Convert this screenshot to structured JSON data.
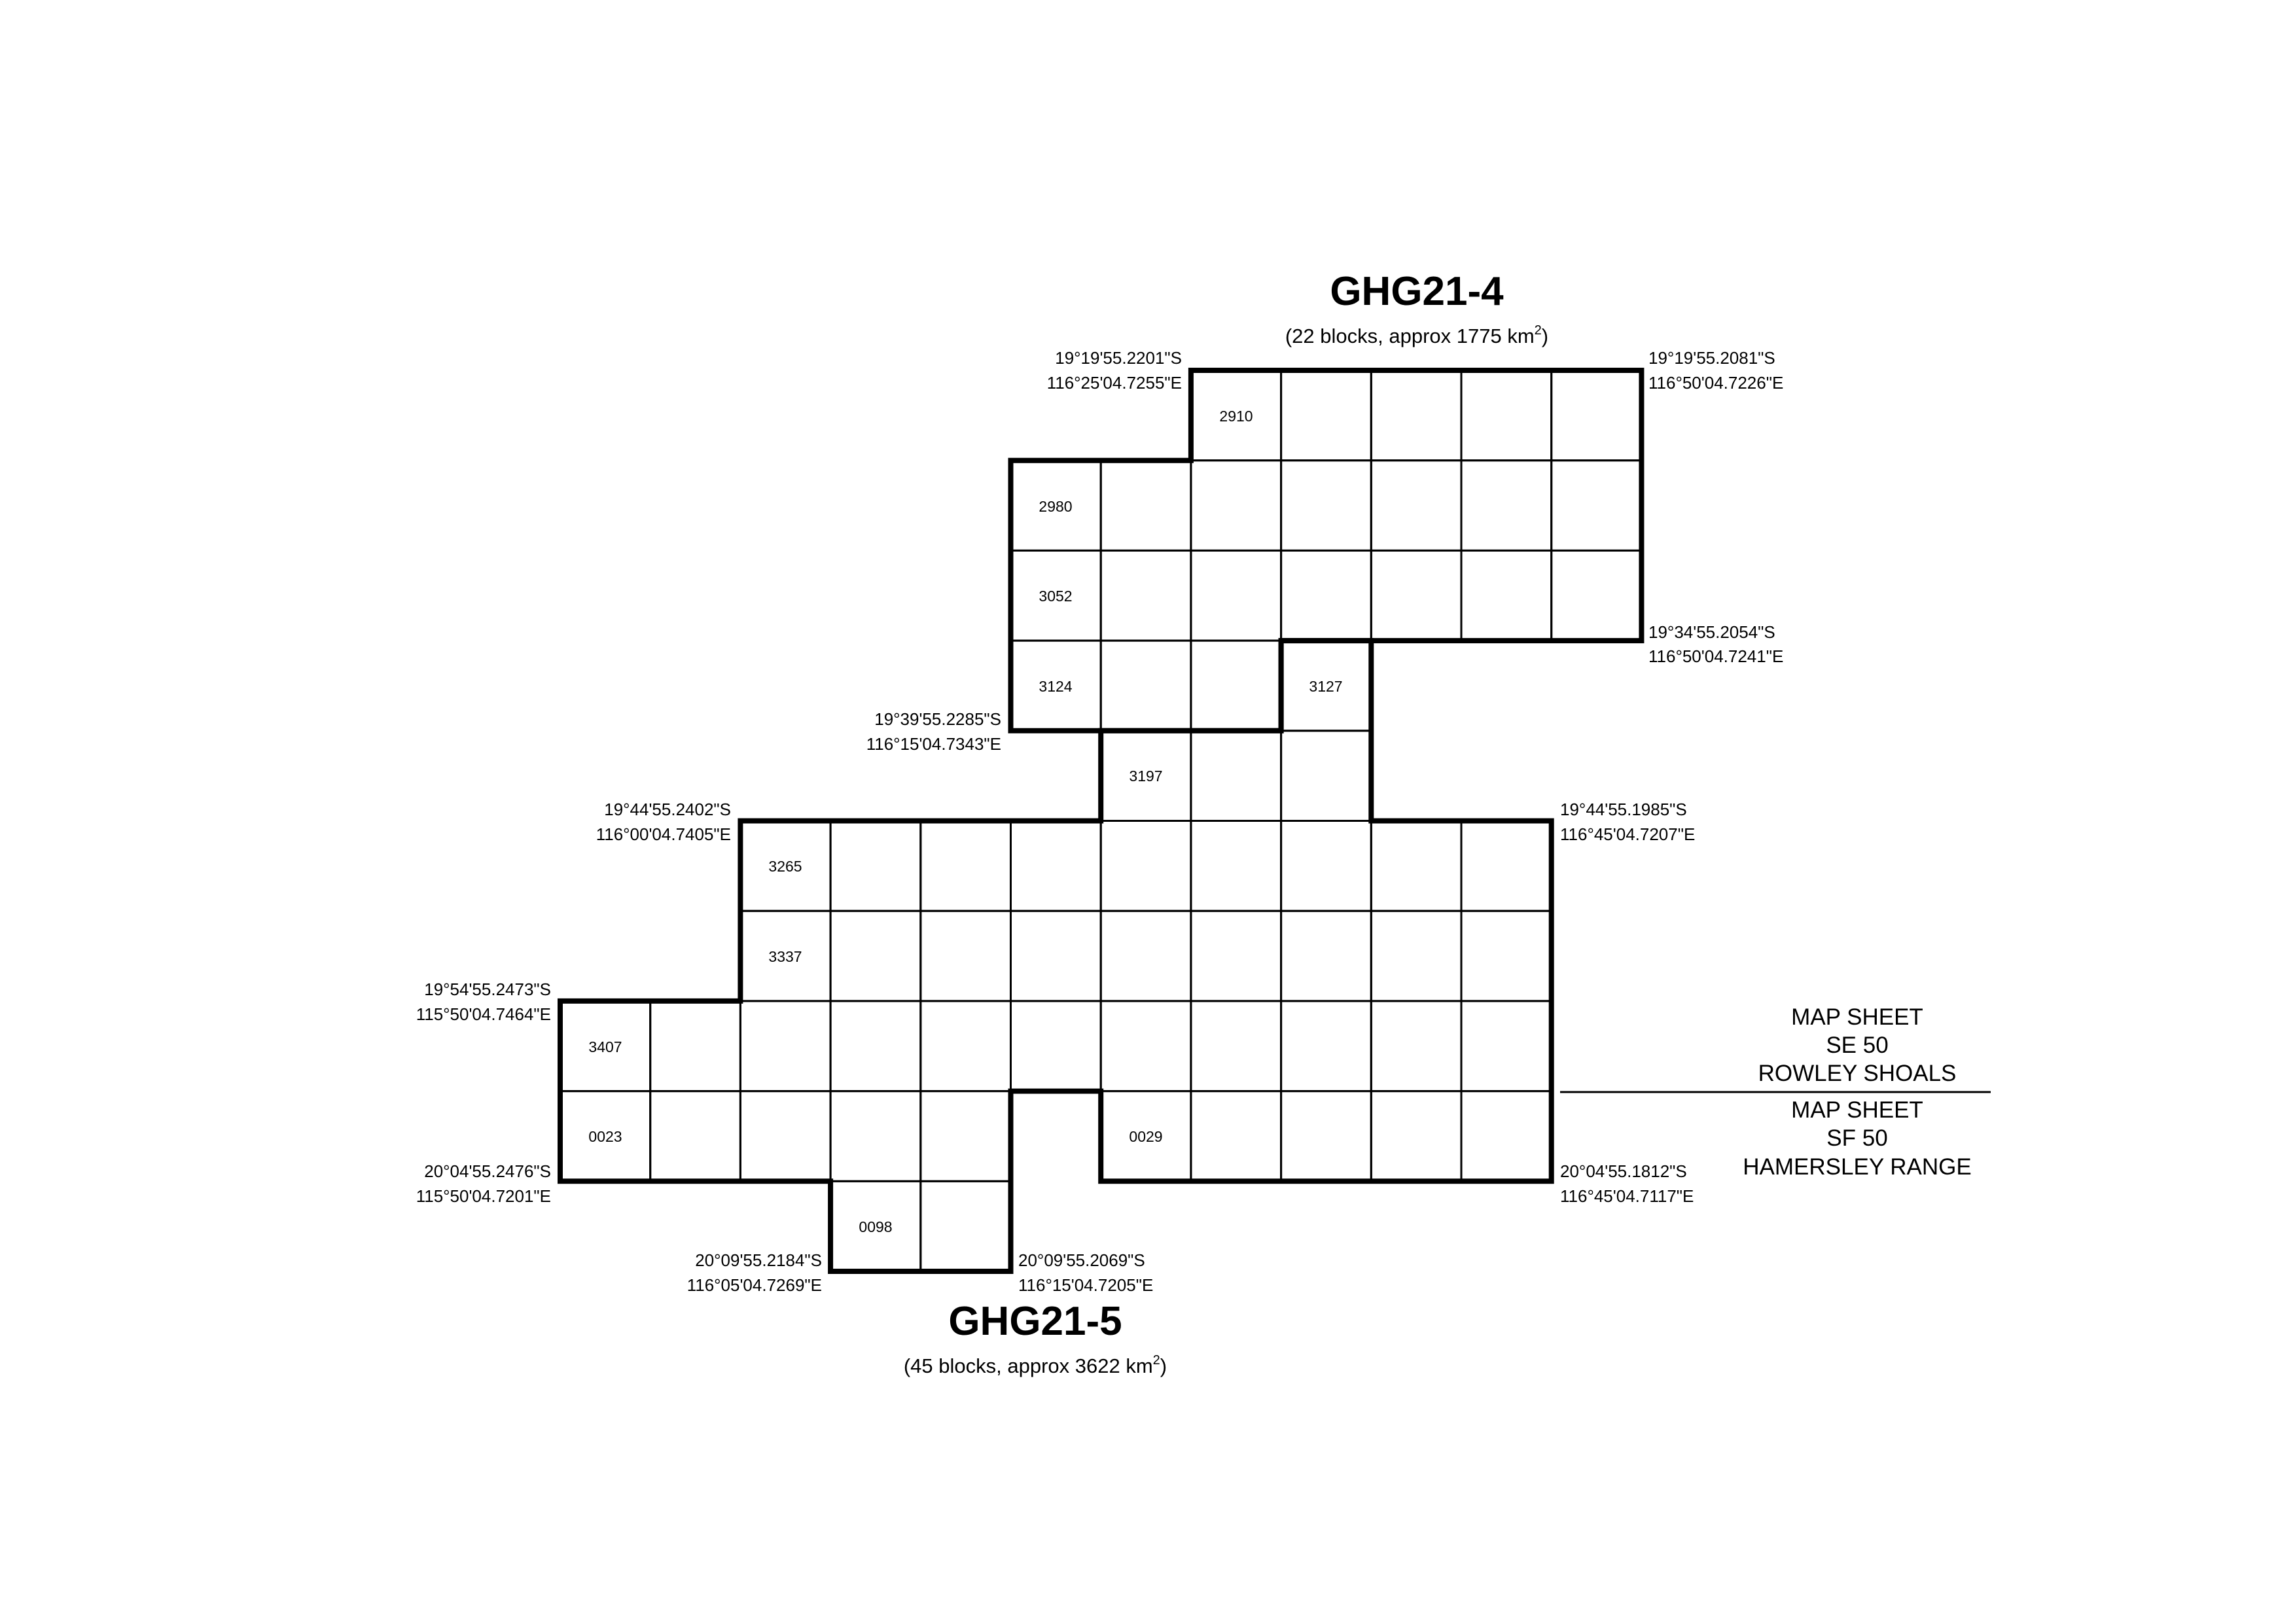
{
  "areas": [
    {
      "id": "ghg21-4",
      "title": "GHG21-4",
      "subtitle_pre": "(22 blocks, approx 1775 km",
      "subtitle_sup": "2",
      "subtitle_post": ")",
      "corners": [
        {
          "lat": "19°19'55.2201\"S",
          "lon": "116°25'04.7255\"E"
        },
        {
          "lat": "19°19'55.2081\"S",
          "lon": "116°50'04.7226\"E"
        },
        {
          "lat": "19°34'55.2054\"S",
          "lon": "116°50'04.7241\"E"
        },
        {
          "lat": "19°39'55.2285\"S",
          "lon": "116°15'04.7343\"E"
        }
      ]
    },
    {
      "id": "ghg21-5",
      "title": "GHG21-5",
      "subtitle_pre": "(45 blocks, approx 3622 km",
      "subtitle_sup": "2",
      "subtitle_post": ")",
      "corners": [
        {
          "lat": "19°44'55.2402\"S",
          "lon": "116°00'04.7405\"E"
        },
        {
          "lat": "19°44'55.1985\"S",
          "lon": "116°45'04.7207\"E"
        },
        {
          "lat": "19°54'55.2473\"S",
          "lon": "115°50'04.7464\"E"
        },
        {
          "lat": "20°04'55.2476\"S",
          "lon": "115°50'04.7201\"E"
        },
        {
          "lat": "20°04'55.1812\"S",
          "lon": "116°45'04.7117\"E"
        },
        {
          "lat": "20°09'55.2184\"S",
          "lon": "116°05'04.7269\"E"
        },
        {
          "lat": "20°09'55.2069\"S",
          "lon": "116°15'04.7205\"E"
        }
      ]
    }
  ],
  "block_numbers": [
    "2910",
    "2980",
    "3052",
    "3124",
    "3127",
    "3197",
    "3265",
    "3337",
    "3407",
    "0023",
    "0029",
    "0098"
  ],
  "map_sheets": {
    "north": [
      "MAP SHEET",
      "SE 50",
      "ROWLEY SHOALS"
    ],
    "south": [
      "MAP SHEET",
      "SF 50",
      "HAMERSLEY RANGE"
    ]
  },
  "colors": {
    "line": "#000000",
    "background": "#ffffff"
  }
}
